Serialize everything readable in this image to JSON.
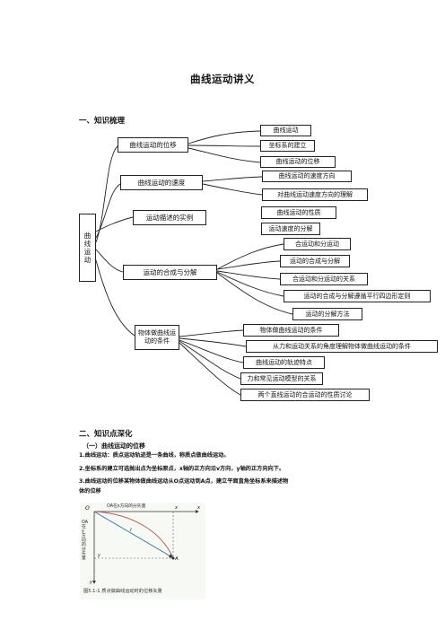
{
  "title": "曲线运动讲义",
  "section1": "一、知识梳理",
  "mindmap": {
    "root": [
      "曲",
      "线",
      "运",
      "动"
    ],
    "branch_displacement": "曲线运动的位移",
    "branch_velocity": "曲线运动的速度",
    "branch_examples": "运动描述的实例",
    "branch_composition": "运动的合成与分解",
    "branch_conditions": "物体做曲线运动的条件",
    "leaves": {
      "l1": "曲线运动",
      "l2": "坐标系的建立",
      "l3": "曲线运动的位移",
      "l4": "曲线运动的速度方向",
      "l5": "对曲线运动速度方向的理解",
      "l6": "曲线运动的性质",
      "l7": "运动速度的分解",
      "l8": "合运动和分运动",
      "l9": "运动的合成与分解",
      "l10": "合运动和分运动的关系",
      "l11": "运动的合成与分解遵循平行四边形定则",
      "l12": "运动的分解方法",
      "l13": "物体做曲线运动的条件",
      "l14": "从力和运动关系的角度理解物体做曲线运动的条件",
      "l15": "曲线运动的轨迹特点",
      "l16": "力和常见运动模型的关系",
      "l17": "两个直线运动的合运动的性质讨论"
    }
  },
  "section2": "二、知识点深化",
  "subsection1": "（一）曲线运动的位移",
  "paragraphs": {
    "p1": "1.曲线运动：质点运动轨迹是一条曲线，称质点做曲线运动。",
    "p2": "2.坐标系的建立可选抛出点为坐标原点，x轴的正方向沿v方向，y轴的正方向向下。",
    "p3a": "3.曲线运动的位移某物体做曲线运动从O点运动到A点，建立平面直角坐标系来描述物",
    "p3b": "体的位移"
  },
  "figure": {
    "x_label": "OA在x方向的分矢量",
    "y_label": "OA在y方向的分矢量",
    "origin": "O",
    "point_a": "A",
    "point_l": "l",
    "xa": "x",
    "ya": "y",
    "axis_x": "x",
    "axis_y": "y",
    "caption": "图5.1-1  质点做曲线运动时的位移矢量"
  },
  "colors": {
    "curve": "#c0504d",
    "vector": "#2f6f9f",
    "fig_bg": "#f6f9f4"
  }
}
